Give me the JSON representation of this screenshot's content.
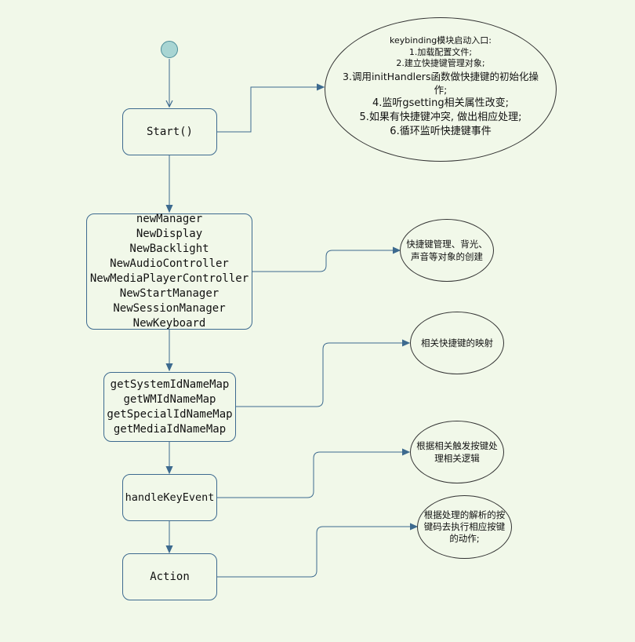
{
  "diagram": {
    "start_node": {
      "label": "Start()"
    },
    "managers_node": {
      "lines": [
        "newManager",
        "NewDisplay",
        "NewBacklight",
        "NewAudioController",
        "NewMediaPlayerController",
        "NewStartManager",
        "NewSessionManager",
        "NewKeyboard"
      ]
    },
    "maps_node": {
      "lines": [
        "getSystemIdNameMap",
        "getWMIdNameMap",
        "getSpecialIdNameMap",
        "getMediaIdNameMap"
      ]
    },
    "handle_node": {
      "label": "handleKeyEvent"
    },
    "action_node": {
      "label": "Action"
    },
    "notes": {
      "entry": [
        "keybinding模块启动入口:",
        "1.加载配置文件;",
        "2.建立快捷键管理对象;",
        "3.调用initHandlers函数做快捷键的初始化操",
        "作;",
        "4.监听gsetting相关属性改变;",
        "5.如果有快捷键冲突, 做出相应处理;",
        "6.循环监听快捷键事件"
      ],
      "objects": [
        "快捷键管理、背光、",
        "声音等对象的创建"
      ],
      "mapping": [
        "相关快捷键的映射"
      ],
      "handle": [
        "根据相关触发按键处",
        "理相关逻辑"
      ],
      "action": [
        "根据处理的解析的按",
        "键码去执行相应按键",
        "的动作;"
      ]
    },
    "colors": {
      "background": "#f1f8e9",
      "node_border": "#3d6a8f",
      "arrow": "#3d6a8f",
      "initial_fill": "#a8d5d3"
    }
  }
}
